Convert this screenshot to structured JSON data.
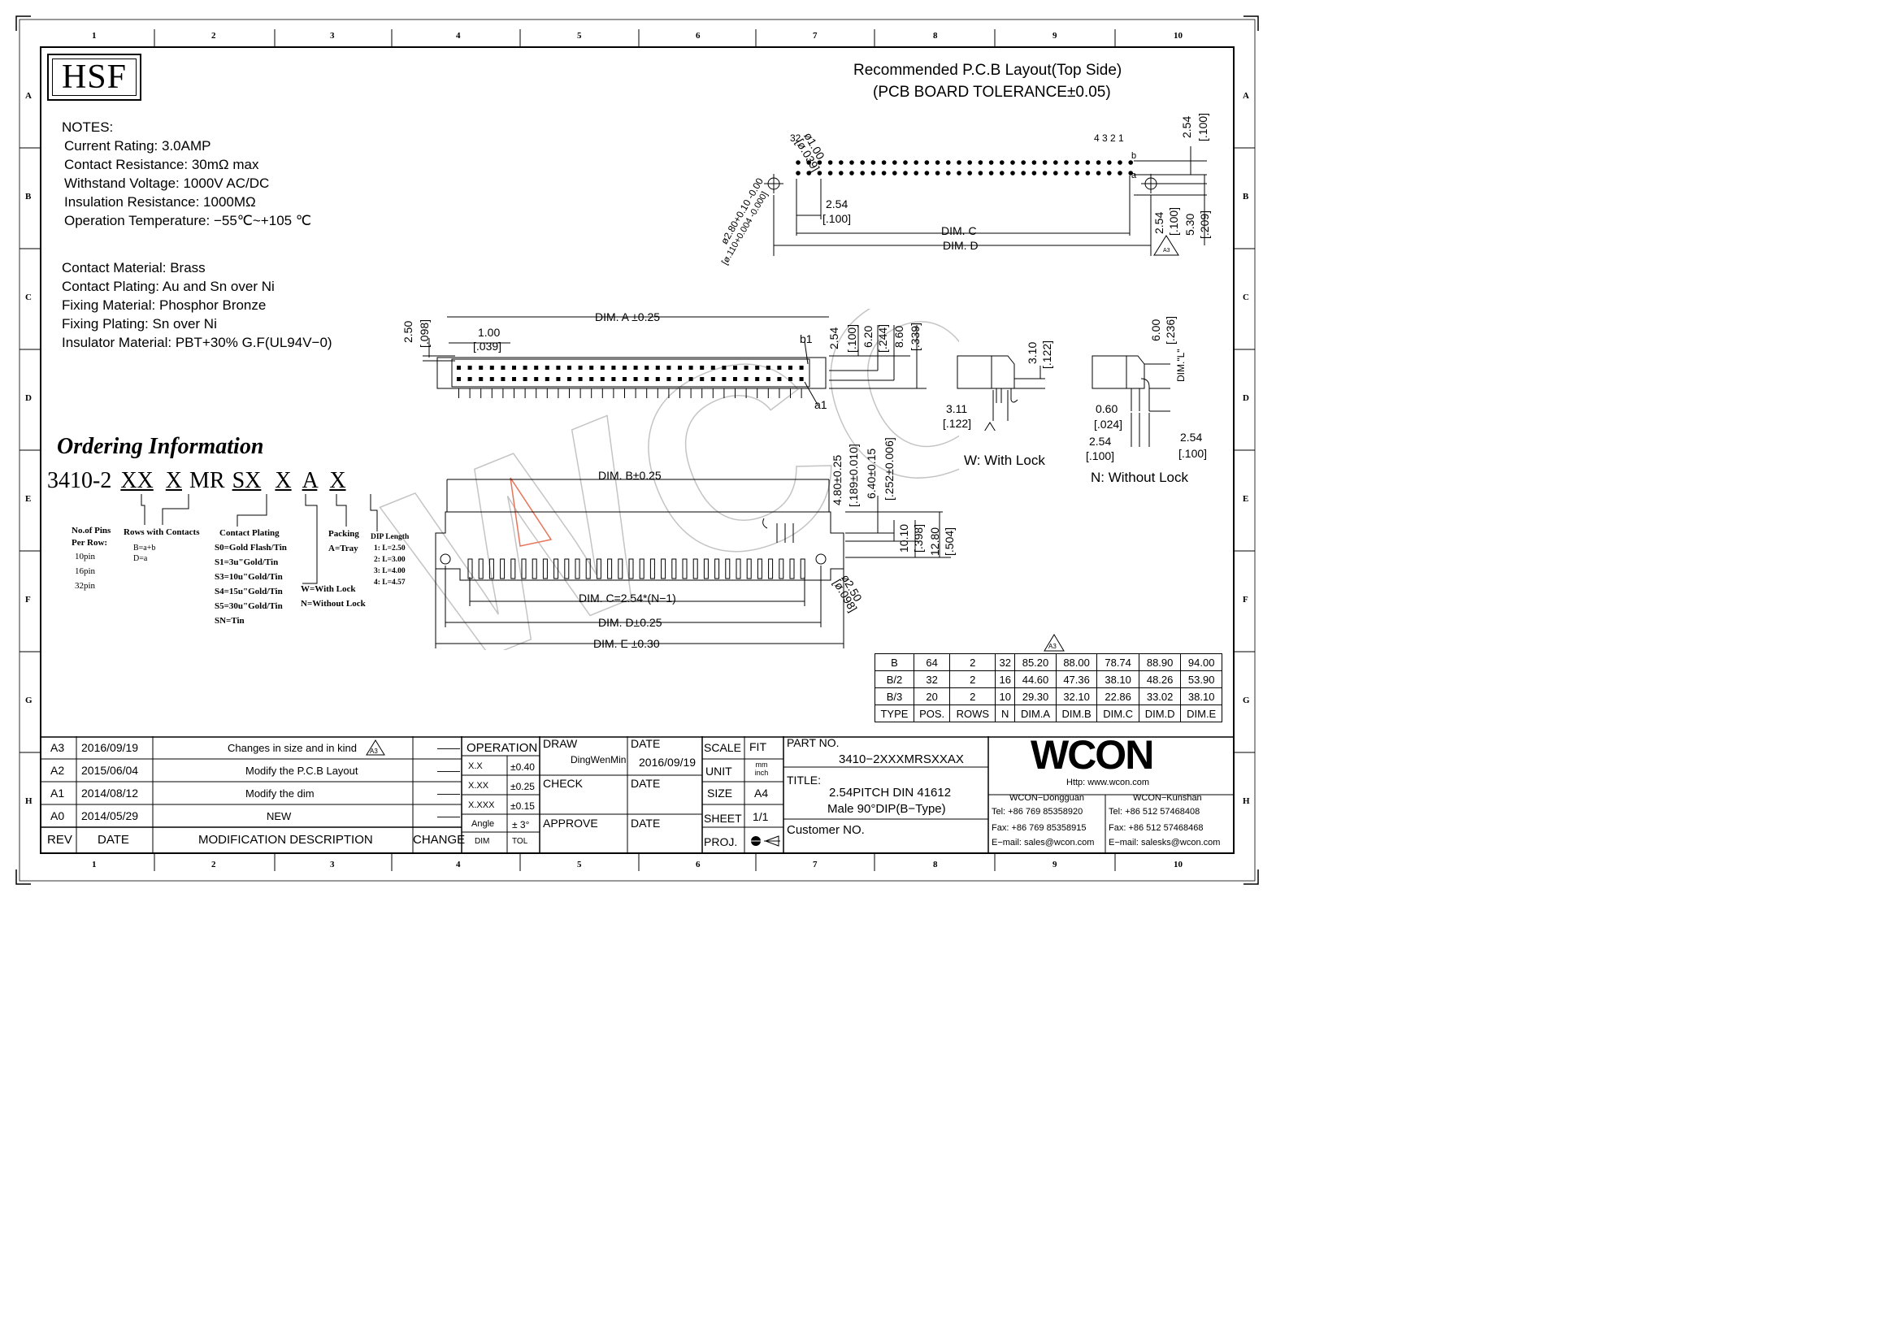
{
  "grid": {
    "cols": [
      "1",
      "2",
      "3",
      "4",
      "5",
      "6",
      "7",
      "8",
      "9",
      "10"
    ],
    "rows": [
      "A",
      "B",
      "C",
      "D",
      "E",
      "F",
      "G",
      "H"
    ]
  },
  "logo": "HSF",
  "pcb": {
    "title_line1": "Recommended P.C.B Layout(Top Side)",
    "title_line2": "(PCB BOARD TOLERANCE±0.05)",
    "pin_32": "32",
    "pins_right": "4 3 2 1",
    "pitch": "2.54",
    "pitch_in": "[.100]",
    "hole": "ø1.00",
    "hole_in": "[ø.039]",
    "mount_hole": "ø2.80+0.10 -0.00",
    "mount_hole_in": "[ø.110+0.004 -0.000]",
    "dim_c": "DIM. C",
    "dim_d": "DIM. D",
    "row_a": "a",
    "row_b": "b",
    "r254": "2.54",
    "r254_in": "[.100]",
    "r530": "5.30",
    "r530_in": "[.209]",
    "top254": "2.54",
    "top254_in": "[.100]"
  },
  "notes": {
    "heading": "NOTES:",
    "lines": [
      "Current Rating: 3.0AMP",
      "Contact Resistance: 30mΩ max",
      "Withstand Voltage: 1000V AC/DC",
      "Insulation Resistance: 1000MΩ",
      "Operation Temperature: −55℃~+105 ℃"
    ],
    "materials": [
      "Contact Material: Brass",
      "Contact Plating: Au and Sn over Ni",
      "Fixing Material: Phosphor Bronze",
      "Fixing Plating: Sn over Ni",
      "Insulator Material: PBT+30% G.F(UL94V−0)"
    ]
  },
  "ordering": {
    "title": "Ordering Information",
    "prefix": "3410-2",
    "xx": "XX",
    "x1": "X",
    "mr": "MR",
    "sx": "SX",
    "x2": "X",
    "a": "A",
    "x3": "X",
    "pins_label": "No.of Pins Per Row:",
    "pins": [
      "10pin",
      "16pin",
      "32pin"
    ],
    "rows_label": "Rows with Contacts",
    "rows": [
      "B=a+b",
      "D=a"
    ],
    "plating_label": "Contact Plating",
    "plating": [
      "S0=Gold Flash/Tin",
      "S1=3u\"Gold/Tin",
      "S3=10u\"Gold/Tin",
      "S4=15u\"Gold/Tin",
      "S5=30u\"Gold/Tin",
      "SN=Tin"
    ],
    "lock": [
      "W=With Lock",
      "N=Without Lock"
    ],
    "packing_label": "Packing",
    "packing": "A=Tray",
    "dip_label": "DIP Length",
    "dip": [
      "1: L=2.50",
      "2: L=3.00",
      "3: L=4.00",
      "4: L=4.57"
    ]
  },
  "side_view": {
    "dim_a": "DIM. A ±0.25",
    "d250": "2.50",
    "d250_in": "[.098]",
    "d100": "1.00",
    "d100_in": "[.039]",
    "d254": "2.54",
    "d254_in": "[.100]",
    "d620": "6.20",
    "d620_in": "[.244]",
    "d860": "8.60",
    "d860_in": "[.339]",
    "b1": "b1",
    "a1": "a1"
  },
  "front_view": {
    "dim_b": "DIM. B±0.25",
    "dim_c": "DIM. C=2.54*(N−1)",
    "dim_d": "DIM. D±0.25",
    "dim_e": "DIM. E ±0.30",
    "h480": "4.80±0.25",
    "h480_in": "[.189±0.010]",
    "h640": "6.40±0.15",
    "h640_in": "[.252±0.006]",
    "h1010": "10.10",
    "h1010_in": "[.398]",
    "h1280": "12.80",
    "h1280_in": "[.504]",
    "hole": "ø2.50",
    "hole_in": "[ø.098]"
  },
  "lock_views": {
    "w_label": "W: With Lock",
    "n_label": "N: Without Lock",
    "w_310": "3.10",
    "w_310_in": "[.122]",
    "w_311": "3.11",
    "w_311_in": "[.122]",
    "n_600": "6.00",
    "n_600_in": "[.236]",
    "n_dim_l": "DIM.\"L\"",
    "n_060": "0.60",
    "n_060_in": "[.024]",
    "n_254a": "2.54",
    "n_254a_in": "[.100]",
    "n_254b": "2.54",
    "n_254b_in": "[.100]"
  },
  "dim_table": {
    "rev_tag": "A3",
    "header": [
      "TYPE",
      "POS.",
      "ROWS",
      "N",
      "DIM.A",
      "DIM.B",
      "DIM.C",
      "DIM.D",
      "DIM.E"
    ],
    "rows": [
      [
        "B",
        "64",
        "2",
        "32",
        "85.20",
        "88.00",
        "78.74",
        "88.90",
        "94.00"
      ],
      [
        "B/2",
        "32",
        "2",
        "16",
        "44.60",
        "47.36",
        "38.10",
        "48.26",
        "53.90"
      ],
      [
        "B/3",
        "20",
        "2",
        "10",
        "29.30",
        "32.10",
        "22.86",
        "33.02",
        "38.10"
      ]
    ]
  },
  "revisions": {
    "header": {
      "rev": "REV",
      "date": "DATE",
      "desc": "MODIFICATION DESCRIPTION",
      "change": "CHANGE"
    },
    "rows": [
      {
        "rev": "A3",
        "date": "2016/09/19",
        "desc": "Changes in size and in kind",
        "tag": "A3",
        "change": "——"
      },
      {
        "rev": "A2",
        "date": "2015/06/04",
        "desc": "Modify the P.C.B Layout",
        "tag": "",
        "change": "——"
      },
      {
        "rev": "A1",
        "date": "2014/08/12",
        "desc": "Modify the dim",
        "tag": "",
        "change": "——"
      },
      {
        "rev": "A0",
        "date": "2014/05/29",
        "desc": "NEW",
        "tag": "",
        "change": "——"
      }
    ]
  },
  "tolerance": {
    "title": "OPERATION",
    "rows": [
      [
        "X.X",
        "±0.40"
      ],
      [
        "X.XX",
        "±0.25"
      ],
      [
        "X.XXX",
        "±0.15"
      ],
      [
        "Angle",
        "± 3°"
      ],
      [
        "DIM",
        "TOL"
      ]
    ]
  },
  "signoff": {
    "draw": "DRAW",
    "drawer": "DingWenMin",
    "date_label": "DATE",
    "date": "2016/09/19",
    "check": "CHECK",
    "check_date": "DATE",
    "approve": "APPROVE",
    "approve_date": "DATE"
  },
  "sheet": {
    "scale": "SCALE",
    "scale_val": "FIT",
    "unit": "UNIT",
    "unit_val": "mm inch",
    "size": "SIZE",
    "size_val": "A4",
    "sheet": "SHEET",
    "sheet_val": "1/1",
    "proj": "PROJ."
  },
  "part": {
    "part_label": "PART NO.",
    "part_no": "3410−2XXXMRSXXAX",
    "title_label": "TITLE:",
    "title_line1": "2.54PITCH DIN 41612",
    "title_line2": "Male 90°DIP(B−Type)",
    "customer": "Customer NO."
  },
  "company": {
    "logo": "WCON",
    "web": "Http: www.wcon.com",
    "dg_name": "WCON−Dongguan",
    "dg_tel": "Tel: +86 769 85358920",
    "dg_fax": "Fax: +86 769 85358915",
    "dg_mail": "E−mail: sales@wcon.com",
    "ks_name": "WCON−Kunshan",
    "ks_tel": "Tel: +86 512 57468408",
    "ks_fax": "Fax: +86 512 57468468",
    "ks_mail": "E−mail: salesks@wcon.com"
  },
  "watermark": "WCON"
}
